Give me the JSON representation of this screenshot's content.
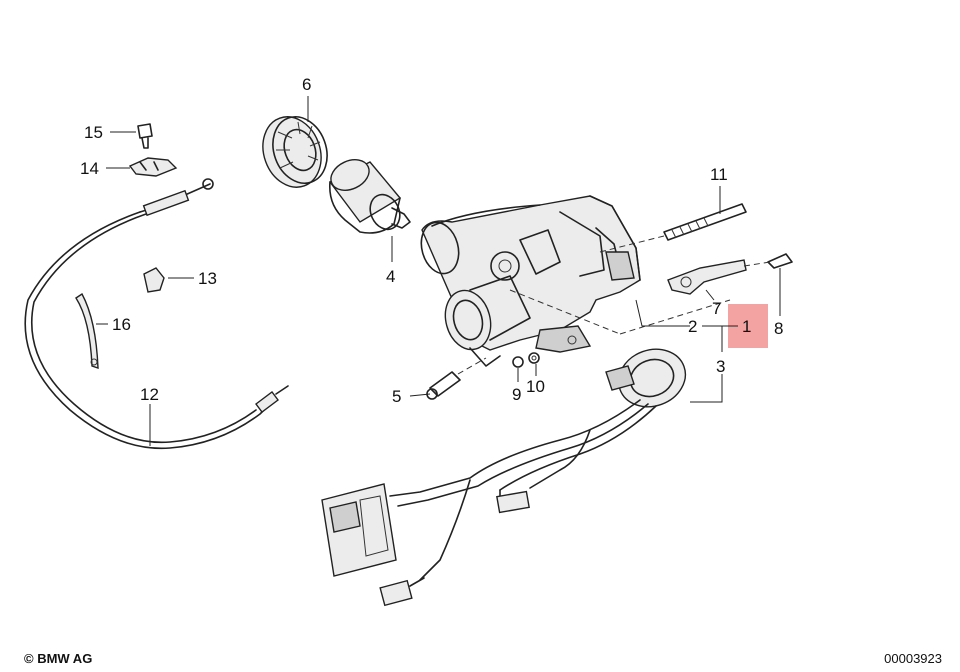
{
  "copyright": "© BMW AG",
  "diagram_id": "00003923",
  "highlight_color": "#f4a3a3",
  "callouts": {
    "c1": "1",
    "c2": "2",
    "c3": "3",
    "c4": "4",
    "c5": "5",
    "c6": "6",
    "c7": "7",
    "c8": "8",
    "c9": "9",
    "c10": "10",
    "c11": "11",
    "c12": "12",
    "c13": "13",
    "c14": "14",
    "c15": "15",
    "c16": "16"
  }
}
